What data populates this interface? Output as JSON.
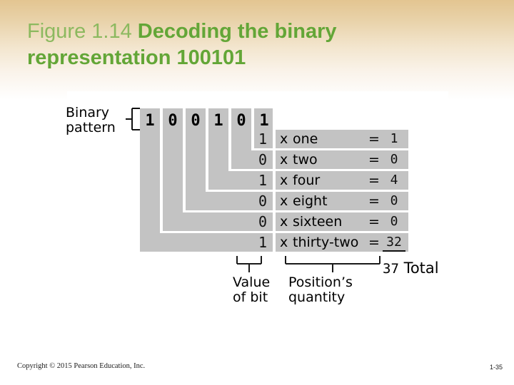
{
  "title": {
    "prefix": "Figure 1.14",
    "bold": "Decoding the binary representation 100101",
    "color_light": "#8cb95f",
    "color_bold": "#63a637"
  },
  "figure": {
    "label_binary_pattern": "Binary\npattern",
    "label_binary_pattern_line1": "Binary",
    "label_binary_pattern_line2": "pattern",
    "binary_string": "100101",
    "bits": [
      "1",
      "0",
      "0",
      "1",
      "0",
      "1"
    ],
    "caption_value_line1": "Value",
    "caption_value_line2": "of bit",
    "caption_position_line1": "Position’s",
    "caption_position_line2": "quantity",
    "total_value": "37",
    "total_label": "Total",
    "block_color": "#c3c3c3",
    "rows": [
      {
        "bit": "1",
        "times": "x",
        "word": "one",
        "eq": "=",
        "result": "1",
        "underline": false
      },
      {
        "bit": "0",
        "times": "x",
        "word": "two",
        "eq": "=",
        "result": "0",
        "underline": false
      },
      {
        "bit": "1",
        "times": "x",
        "word": "four",
        "eq": "=",
        "result": "4",
        "underline": false
      },
      {
        "bit": "0",
        "times": "x",
        "word": "eight",
        "eq": "=",
        "result": "0",
        "underline": false
      },
      {
        "bit": "0",
        "times": "x",
        "word": "sixteen",
        "eq": "=",
        "result": "0",
        "underline": false
      },
      {
        "bit": "1",
        "times": "x",
        "word": "thirty-two",
        "eq": "=",
        "result": "32",
        "underline": true
      }
    ]
  },
  "footer": {
    "copyright": "Copyright © 2015 Pearson Education, Inc.",
    "page_number": "1-35"
  }
}
